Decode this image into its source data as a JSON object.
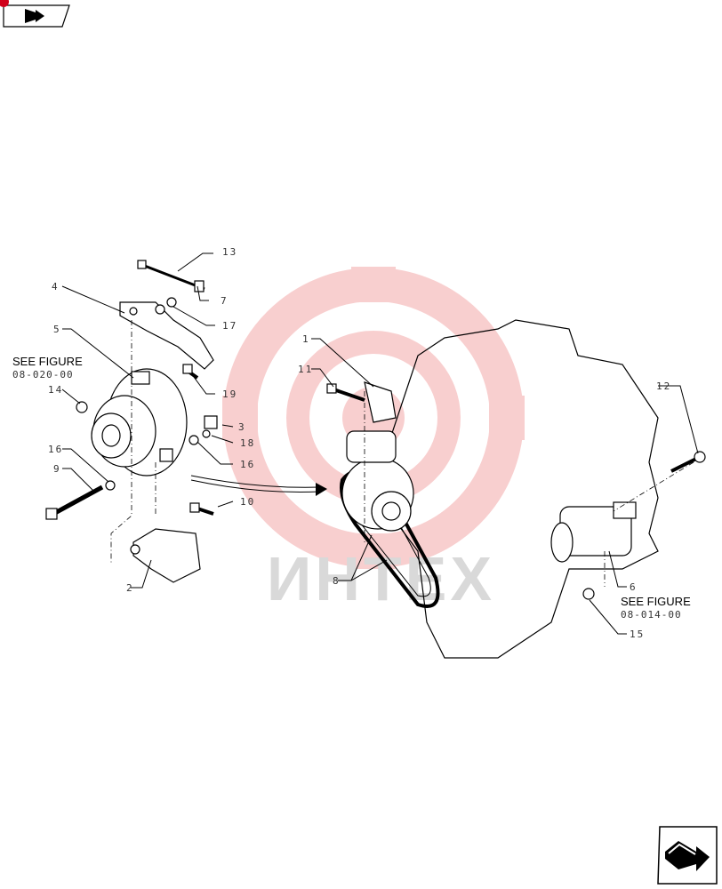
{
  "watermark": {
    "text": "ИНТЕХ",
    "gear_color": "#f4a8a8"
  },
  "see_figure": [
    {
      "label": "SEE FIGURE",
      "ref": "08-020-00"
    },
    {
      "label": "SEE FIGURE",
      "ref": "08-014-00"
    }
  ],
  "callouts": [
    "1",
    "2",
    "3",
    "4",
    "5",
    "6",
    "7",
    "8",
    "9",
    "10",
    "11",
    "12",
    "13",
    "14",
    "15",
    "16",
    "16",
    "17",
    "18",
    "19"
  ],
  "icons": {
    "top": "back-arrow-icon",
    "bottom": "next-arrow-icon"
  }
}
